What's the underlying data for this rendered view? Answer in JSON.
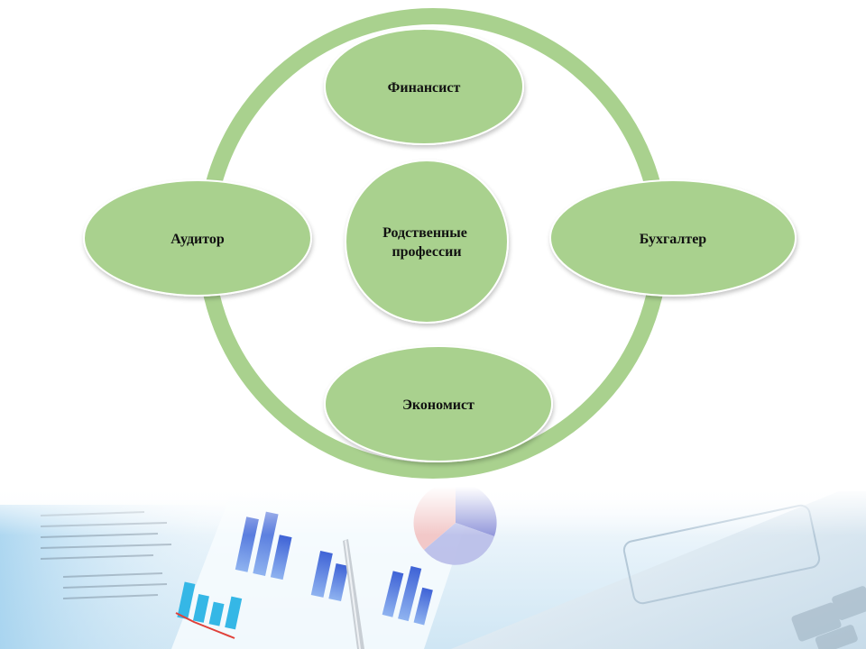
{
  "diagram": {
    "center": {
      "line1": "Родственные",
      "line2": "профессии"
    },
    "nodes": {
      "top": "Финансист",
      "right": "Бухгалтер",
      "bottom": "Экономист",
      "left": "Аудитор"
    }
  },
  "colors": {
    "shape_fill": "#a9d18e",
    "shape_stroke": "#ffffff",
    "ring": "#a9d18e",
    "text": "#111111"
  }
}
